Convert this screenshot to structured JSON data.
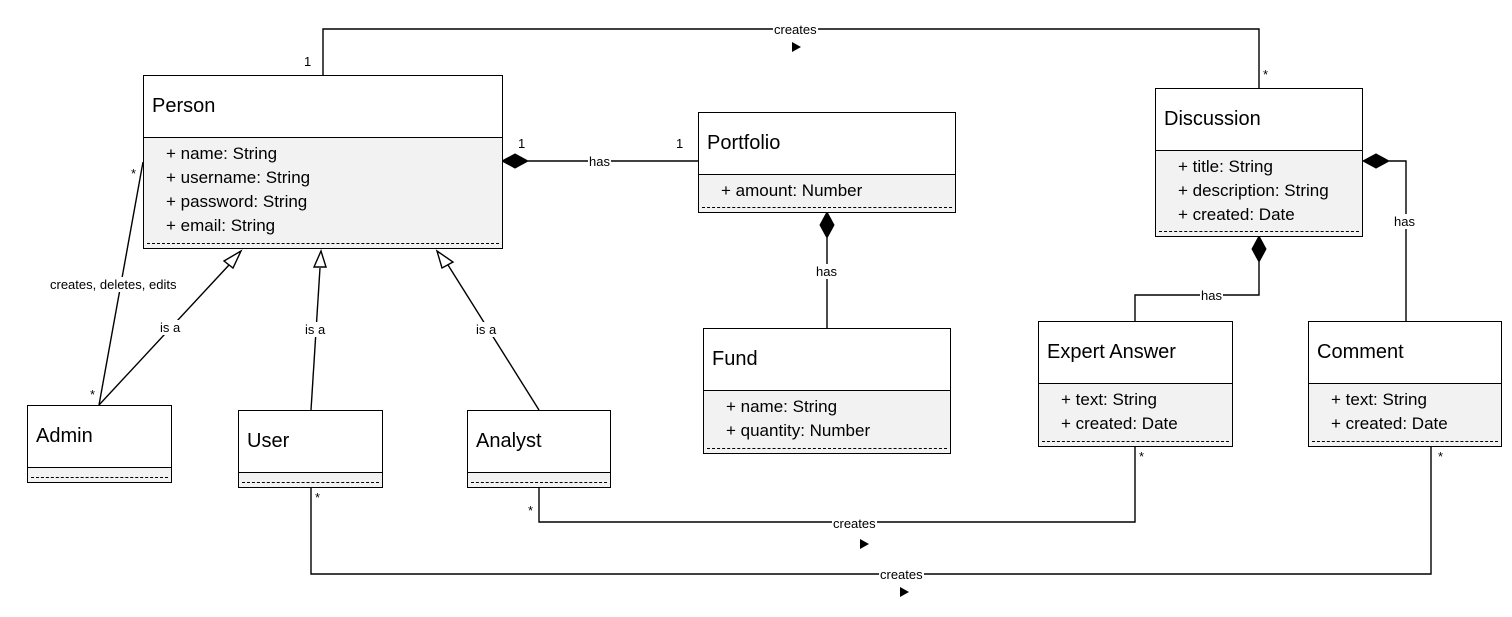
{
  "classes": {
    "person": {
      "name": "Person",
      "attributes": [
        "+ name: String",
        "+ username: String",
        "+ password: String",
        "+ email: String"
      ]
    },
    "portfolio": {
      "name": "Portfolio",
      "attributes": [
        "+ amount: Number"
      ]
    },
    "fund": {
      "name": "Fund",
      "attributes": [
        "+ name: String",
        "+ quantity: Number"
      ]
    },
    "discussion": {
      "name": "Discussion",
      "attributes": [
        "+ title: String",
        "+ description: String",
        "+ created: Date"
      ]
    },
    "admin": {
      "name": "Admin",
      "attributes": []
    },
    "user": {
      "name": "User",
      "attributes": []
    },
    "analyst": {
      "name": "Analyst",
      "attributes": []
    },
    "expert_answer": {
      "name": "Expert Answer",
      "attributes": [
        "+ text: String",
        "+ created: Date"
      ]
    },
    "comment": {
      "name": "Comment",
      "attributes": [
        "+ text: String",
        "+ created: Date"
      ]
    }
  },
  "relations": {
    "person_discussion": {
      "label": "creates",
      "mult_person": "1",
      "mult_discussion": "*"
    },
    "person_portfolio": {
      "label": "has",
      "mult_person": "1",
      "mult_portfolio": "1"
    },
    "portfolio_fund": {
      "label": "has"
    },
    "person_admin": {
      "label": "creates, deletes, edits",
      "mult_person": "*",
      "mult_admin": "*"
    },
    "admin_person": {
      "label": "is a"
    },
    "user_person": {
      "label": "is a"
    },
    "analyst_person": {
      "label": "is a"
    },
    "discussion_expert": {
      "label": "has"
    },
    "discussion_comment": {
      "label": "has"
    },
    "analyst_expert": {
      "label": "creates",
      "mult_analyst": "*",
      "mult_expert": "*"
    },
    "user_comment": {
      "label": "creates",
      "mult_user": "*",
      "mult_comment": "*"
    }
  }
}
